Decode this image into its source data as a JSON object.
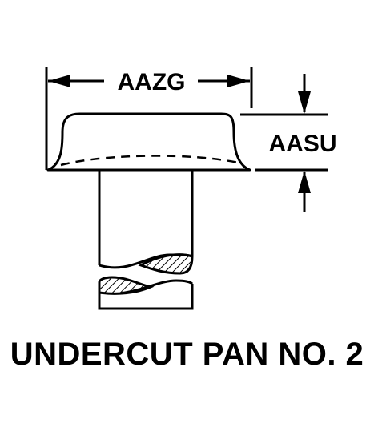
{
  "labels": {
    "width_dimension": "AAZG",
    "height_dimension": "AASU"
  },
  "caption": "UNDERCUT PAN NO. 2",
  "colors": {
    "line": "#000000",
    "background": "#ffffff"
  }
}
